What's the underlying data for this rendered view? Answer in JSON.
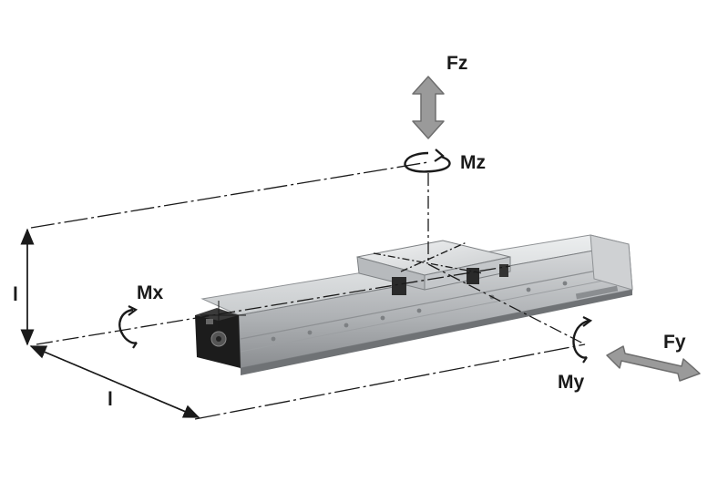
{
  "labels": {
    "fz": "Fz",
    "mz": "Mz",
    "mx": "Mx",
    "fy": "Fy",
    "my": "My",
    "l_vertical": "l",
    "l_horizontal": "l"
  },
  "colors": {
    "line": "#1a1a1a",
    "arrow_fill": "#9a9a9a",
    "arrow_stroke": "#6e6e6e",
    "body_light": "#d9dbdd",
    "body_mid": "#b4b7ba",
    "body_dark": "#6f7275",
    "end_cap": "#1c1c1c"
  },
  "icons": {
    "fz_arrow": "double-vertical-arrow",
    "fy_arrow": "double-diagonal-arrow",
    "rotation": "curved-rotation-arrow"
  }
}
